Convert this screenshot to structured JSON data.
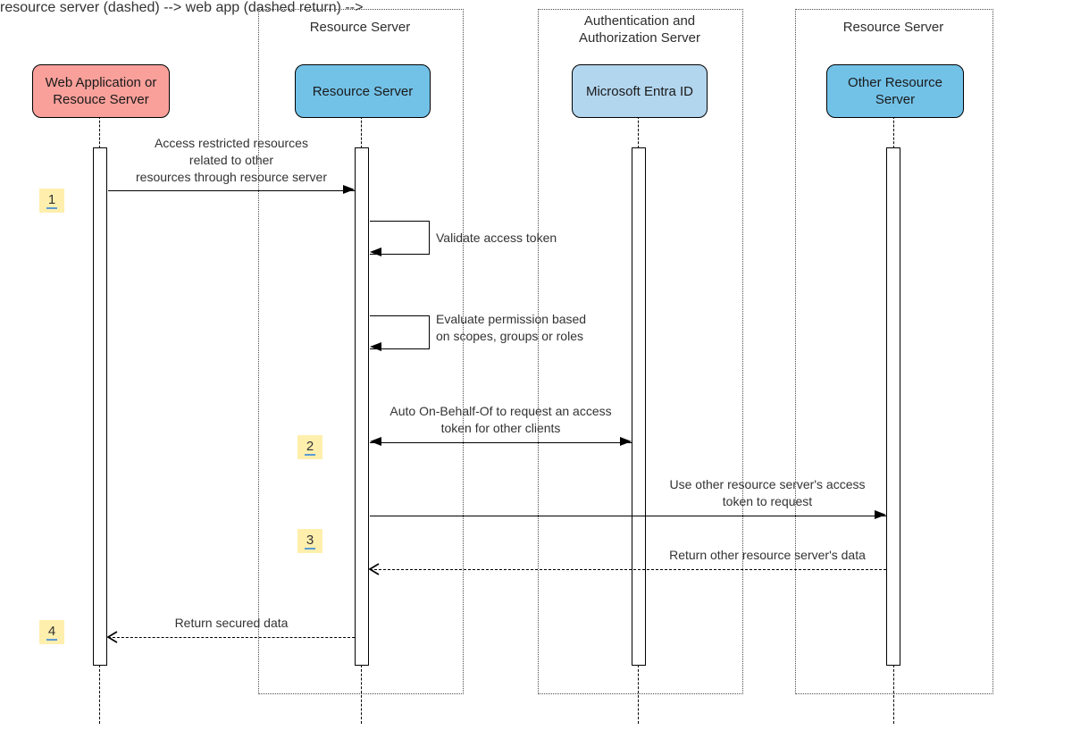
{
  "diagram_type": "sequence-diagram",
  "frames": [
    {
      "title": "Resource Server"
    },
    {
      "title": "Authentication and\nAuthorization Server"
    },
    {
      "title": "Resource Server"
    }
  ],
  "actors": [
    {
      "label": "Web Application or\nResouce Server",
      "color": "#F9A09A"
    },
    {
      "label": "Resource Server",
      "color": "#72C2E8"
    },
    {
      "label": "Microsoft Entra ID",
      "color": "#B3D6EF"
    },
    {
      "label": "Other Resource\nServer",
      "color": "#72C2E8"
    }
  ],
  "messages": {
    "m1": {
      "badge": "1",
      "label": "Access restricted resources\nrelated to other\nresources through resource server",
      "style": "solid-arrow"
    },
    "self1": {
      "label": "Validate access token",
      "style": "self-loop"
    },
    "self2": {
      "label": "Evaluate permission based\non scopes, groups or roles",
      "style": "self-loop"
    },
    "m2": {
      "badge": "2",
      "label": "Auto On-Behalf-Of to request an access\ntoken for other clients",
      "style": "double-arrow"
    },
    "m3": {
      "badge": "3",
      "label": "Use other resource server's access\ntoken to request",
      "style": "solid-arrow"
    },
    "r1": {
      "label": "Return other resource server's data",
      "style": "dashed-return"
    },
    "m4": {
      "badge": "4",
      "label": "Return secured data",
      "style": "dashed-return"
    }
  },
  "colors": {
    "actor_pink": "#F9A09A",
    "actor_blue": "#72C2E8",
    "actor_lightblue": "#B3D6EF",
    "badge_bg": "#FFEFAD",
    "badge_underline": "#5B9BD5",
    "line": "#000000",
    "text": "#333333"
  }
}
